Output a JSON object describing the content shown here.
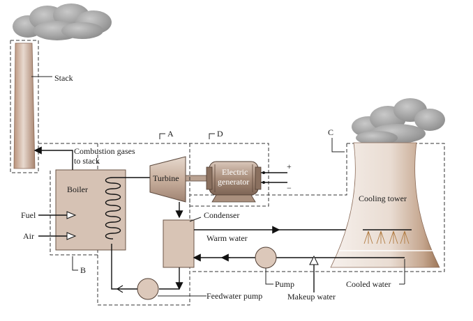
{
  "labels": {
    "stack": "Stack",
    "combustion_line1": "Combustion gases",
    "combustion_line2": "to stack",
    "boiler": "Boiler",
    "fuel": "Fuel",
    "air": "Air",
    "turbine": "Turbine",
    "generator_line1": "Electric",
    "generator_line2": "generator",
    "plus": "+",
    "minus": "−",
    "condenser": "Condenser",
    "warm_water": "Warm water",
    "cooling_tower": "Cooling tower",
    "pump": "Pump",
    "feedwater_pump": "Feedwater pump",
    "makeup_water": "Makeup water",
    "cooled_water": "Cooled water",
    "region_a": "A",
    "region_b": "B",
    "region_c": "C",
    "region_d": "D"
  },
  "colors": {
    "stack_fill": "#cdb3a2",
    "boiler_fill": "#d6c2b4",
    "condenser_fill": "#d8c4b5",
    "tower_light": "#f3ebe6",
    "tower_dark": "#a9825f",
    "turbine_fill": "#cbb4a4",
    "generator_fill": "#bfa897",
    "smoke": "#9a9a9a",
    "pump_fill": "#dcc8ba"
  }
}
